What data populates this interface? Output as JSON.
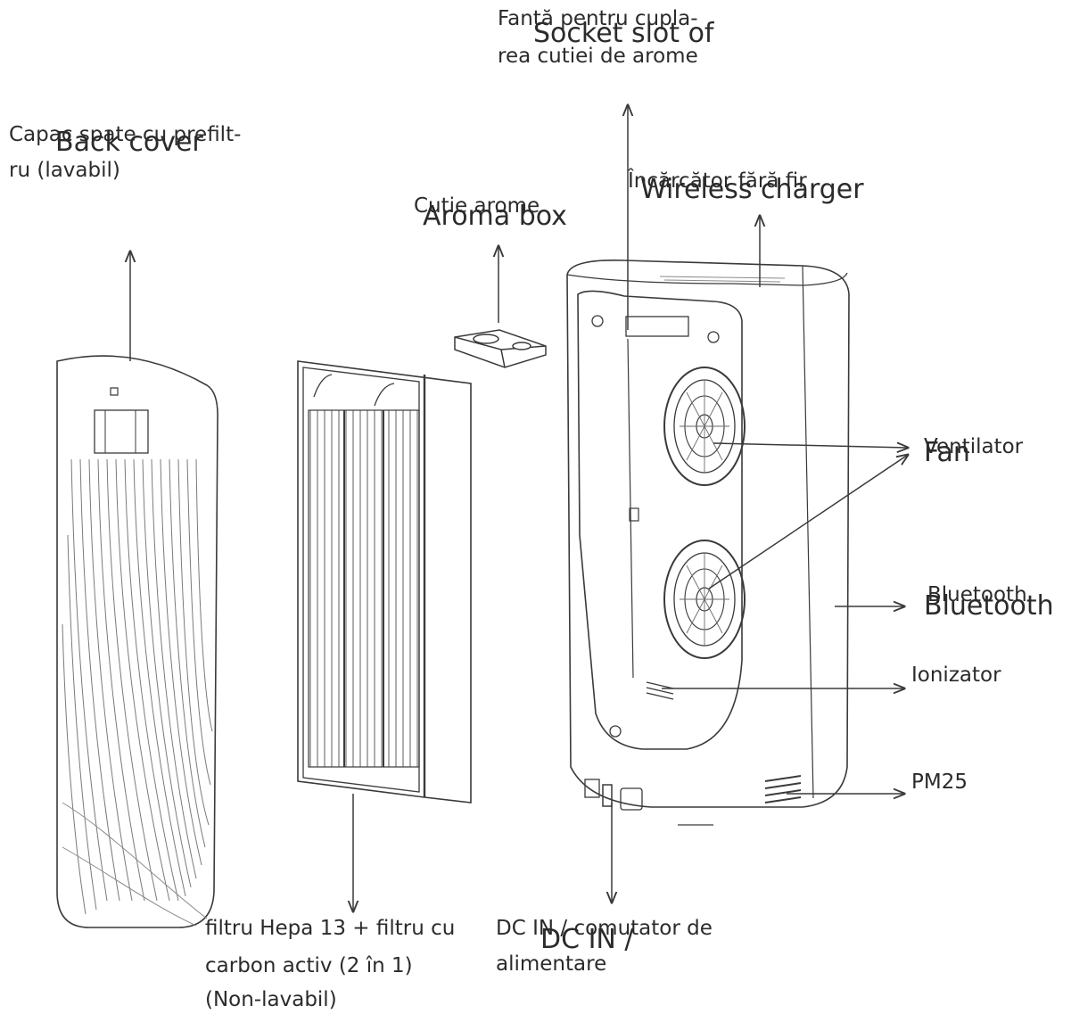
{
  "colors": {
    "ink": "#2b2b2b",
    "line": "#3a3a3a",
    "background": "#ffffff"
  },
  "labels": {
    "socket_slot": {
      "ro_line1": "Fantă pentru cupla-",
      "ro_line2": "rea cutiei de arome",
      "en": "Socket slot of"
    },
    "back_cover": {
      "ro_line1": "Capac spate cu prefilt-",
      "ro_line2": "ru (lavabil)",
      "en": "Back cover"
    },
    "aroma_box": {
      "ro": "Cutie arome",
      "en": "Aroma box"
    },
    "wireless_charger": {
      "ro": "Încărcător fără fir",
      "en": "Wireless charger"
    },
    "fan": {
      "ro": "Ventilator",
      "en": "Fan"
    },
    "bluetooth": {
      "ro": "Bluetooth",
      "en": "Bluetooth"
    },
    "ionizer": {
      "ro": "Ionizator"
    },
    "pm25": {
      "ro": "PM25"
    },
    "filter": {
      "ro_line1": "filtru Hepa 13 + filtru cu",
      "ro_line2": "carbon activ (2 în 1)",
      "ro_line3": "(Non-lavabil)"
    },
    "dc_in": {
      "ro_line1": "DC IN / comutator de",
      "ro_line2": "alimentare",
      "en": "DC IN /"
    }
  }
}
